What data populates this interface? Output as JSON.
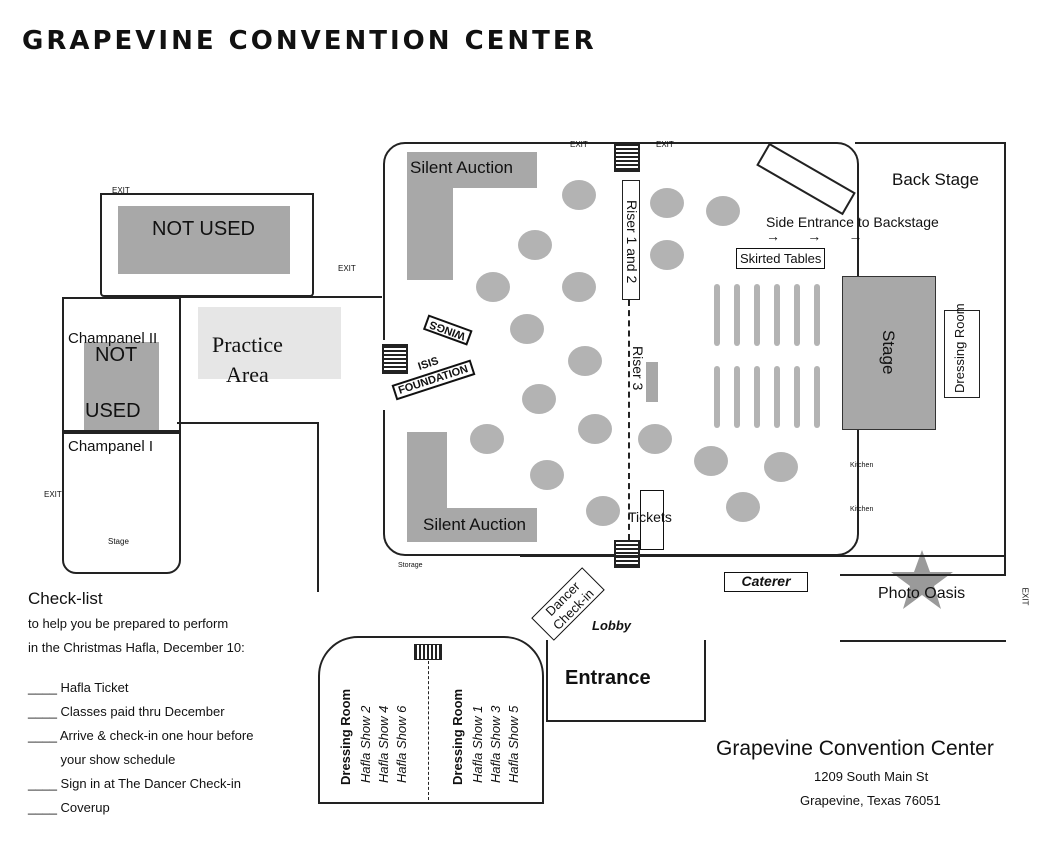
{
  "page_title": "GRAPEVINE CONVENTION CENTER",
  "rooms": {
    "not_used_top": "NOT USED",
    "champanel_ii": "Champanel II",
    "not_used_left_1": "NOT",
    "not_used_left_2": "USED",
    "champanel_i": "Champanel I",
    "stage_small": "Stage",
    "practice_area_1": "Practice",
    "practice_area_2": "Area",
    "silent_auction_top": "Silent Auction",
    "silent_auction_bottom": "Silent Auction",
    "wings": "WINGS",
    "isis": "ISIS",
    "foundation": "FOUNDATION",
    "riser_1_2": "Riser 1 and 2",
    "riser_3": "Riser 3",
    "back_stage": "Back Stage",
    "side_entrance": "Side Entrance to Backstage",
    "skirted_tables": "Skirted Tables",
    "stage": "Stage",
    "dressing_room_right": "Dressing Room",
    "tickets": "Tickets",
    "caterer": "Caterer",
    "photo_oasis": "Photo Oasis",
    "dancer_checkin_1": "Dancer",
    "dancer_checkin_2": "Check-in",
    "lobby": "Lobby",
    "entrance": "Entrance",
    "exit": "EXIT",
    "kitchen": "Kitchen",
    "storage": "Storage"
  },
  "dressing_rooms": [
    {
      "title": "Dressing Room",
      "shows": [
        "Hafla Show 2",
        "Hafla Show 4",
        "Hafla Show 6"
      ]
    },
    {
      "title": "Dressing Room",
      "shows": [
        "Hafla Show 1",
        "Hafla Show 3",
        "Hafla Show 5"
      ]
    }
  ],
  "checklist": {
    "title": "Check-list",
    "intro_1": "to help you be prepared to perform",
    "intro_2": "in the Christmas Hafla, December  10:",
    "items": [
      "____  Hafla Ticket",
      "____  Classes paid thru December",
      "____  Arrive & check-in one hour before",
      "         your show schedule",
      "____  Sign in at The Dancer Check-in",
      "____  Coverup"
    ]
  },
  "address": {
    "name": "Grapevine Convention Center",
    "street": "1209 South Main St",
    "city": "Grapevine, Texas  76051"
  },
  "colors": {
    "fill_gray": "#a8a8a8",
    "line": "#222222",
    "star": "#9a9a9a"
  }
}
